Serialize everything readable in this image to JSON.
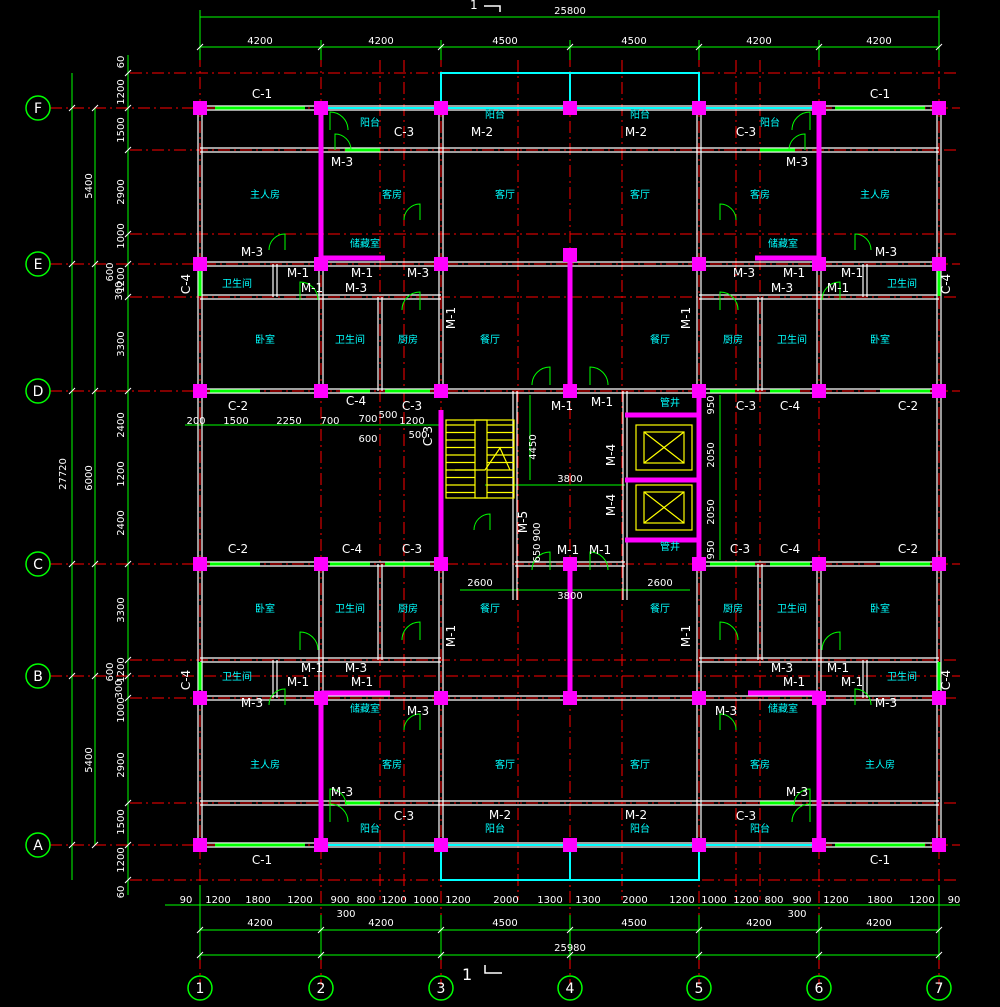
{
  "colors": {
    "background": "#000000",
    "axis_line": "#ff0000",
    "dimension_line": "#00ff00",
    "wall": "#ffffff",
    "column": "#ff00ff",
    "window": "#00ff00",
    "balcony": "#00ffff",
    "stair": "#ffff00",
    "room_text": "#00ffff",
    "tag_text": "#ffffff"
  },
  "title_mark": "1",
  "bottom_mark": "1",
  "total_width_top": "25800",
  "total_width_bottom": "25980",
  "total_height": "27720",
  "column_axes": [
    "1",
    "2",
    "3",
    "4",
    "5",
    "6",
    "7"
  ],
  "row_axes": [
    "F",
    "E",
    "D",
    "C",
    "B",
    "A"
  ],
  "top_bays": [
    "4200",
    "4200",
    "4500",
    "4500",
    "4200",
    "4200"
  ],
  "bottom_bays": [
    "4200",
    "4200",
    "4500",
    "4500",
    "4200",
    "4200"
  ],
  "bottom_details": [
    "90",
    "1200",
    "1800",
    "1200",
    "900",
    "800",
    "1200",
    "1000",
    "1200",
    "2000",
    "1300",
    "1300",
    "2000",
    "1200",
    "1000",
    "1200",
    "800",
    "900",
    "1200",
    "1800",
    "1200",
    "90"
  ],
  "bottom_small": [
    "300",
    "300"
  ],
  "left_outer": [
    "5400",
    "6000",
    "5400"
  ],
  "left_inner": [
    "60",
    "1200",
    "1500",
    "2900",
    "1000",
    "1200",
    "3300",
    "2400",
    "1200",
    "2400",
    "3300",
    "1200",
    "1000",
    "2900",
    "1500",
    "1200",
    "60"
  ],
  "left_small": [
    "600",
    "300",
    "600",
    "300"
  ],
  "middle_dims": [
    "200",
    "1500",
    "2250",
    "700",
    "700",
    "500",
    "1200",
    "500",
    "600"
  ],
  "core_dims": [
    "4450",
    "3800",
    "3800",
    "2600",
    "2600",
    "900",
    "650",
    "950",
    "2050",
    "2050",
    "950"
  ],
  "rooms": {
    "master_bedroom": "主人房",
    "guest_room": "客房",
    "living_room": "客厅",
    "dining_room": "餐厅",
    "kitchen": "厨房",
    "bathroom": "卫生间",
    "bedroom": "卧室",
    "storage": "储藏室",
    "balcony": "阳台",
    "pipe_shaft": "管井"
  },
  "tags": {
    "c1": "C-1",
    "c2": "C-2",
    "c3": "C-3",
    "c4": "C-4",
    "m1": "M-1",
    "m2": "M-2",
    "m3": "M-3",
    "m4": "M-4",
    "m5": "M-5"
  }
}
